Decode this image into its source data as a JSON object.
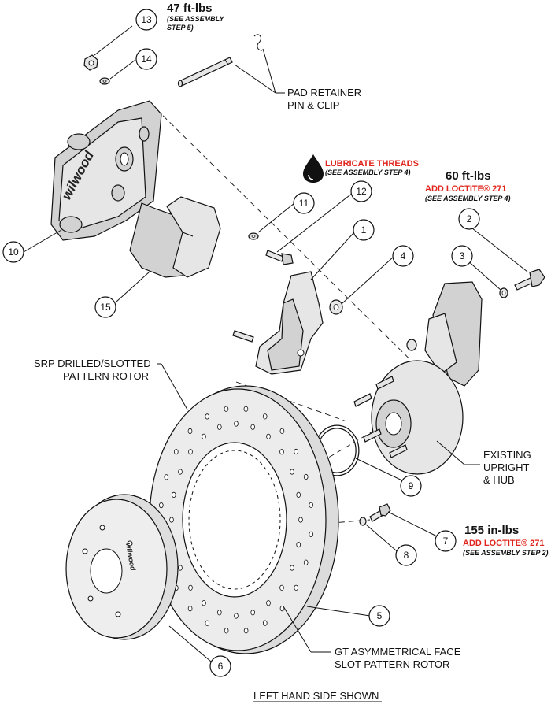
{
  "callouts": {
    "n1": "1",
    "n2": "2",
    "n3": "3",
    "n4": "4",
    "n5": "5",
    "n6": "6",
    "n7": "7",
    "n8": "8",
    "n9": "9",
    "n10": "10",
    "n11": "11",
    "n12": "12",
    "n13": "13",
    "n14": "14",
    "n15": "15"
  },
  "labels": {
    "torque_47": "47 ft-lbs",
    "see_step5_a": "(SEE ASSEMBLY",
    "see_step5_b": "STEP 5)",
    "pad_retainer_1": "PAD RETAINER",
    "pad_retainer_2": "PIN & CLIP",
    "lubricate": "LUBRICATE THREADS",
    "see_step4_a": "(SEE ASSEMBLY STEP 4)",
    "torque_60": "60 ft-lbs",
    "loctite_a": "ADD LOCTITE® 271",
    "see_step4_b": "(SEE ASSEMBLY STEP 4)",
    "srp_1": "SRP DRILLED/SLOTTED",
    "srp_2": "PATTERN ROTOR",
    "existing_1": "EXISTING",
    "existing_2": "UPRIGHT",
    "existing_3": "& HUB",
    "torque_155": "155 in-lbs",
    "loctite_b": "ADD LOCTITE® 271",
    "see_step2": "(SEE ASSEMBLY STEP 2)",
    "gt_1": "GT ASYMMETRICAL FACE",
    "gt_2": "SLOT PATTERN ROTOR",
    "footer": "LEFT HAND SIDE SHOWN",
    "brand_caliper": "wilwood",
    "brand_hat": "wilwood"
  },
  "colors": {
    "accent_red": "#e0241b",
    "line": "#111111",
    "part_fill": "#e6e6e6"
  }
}
